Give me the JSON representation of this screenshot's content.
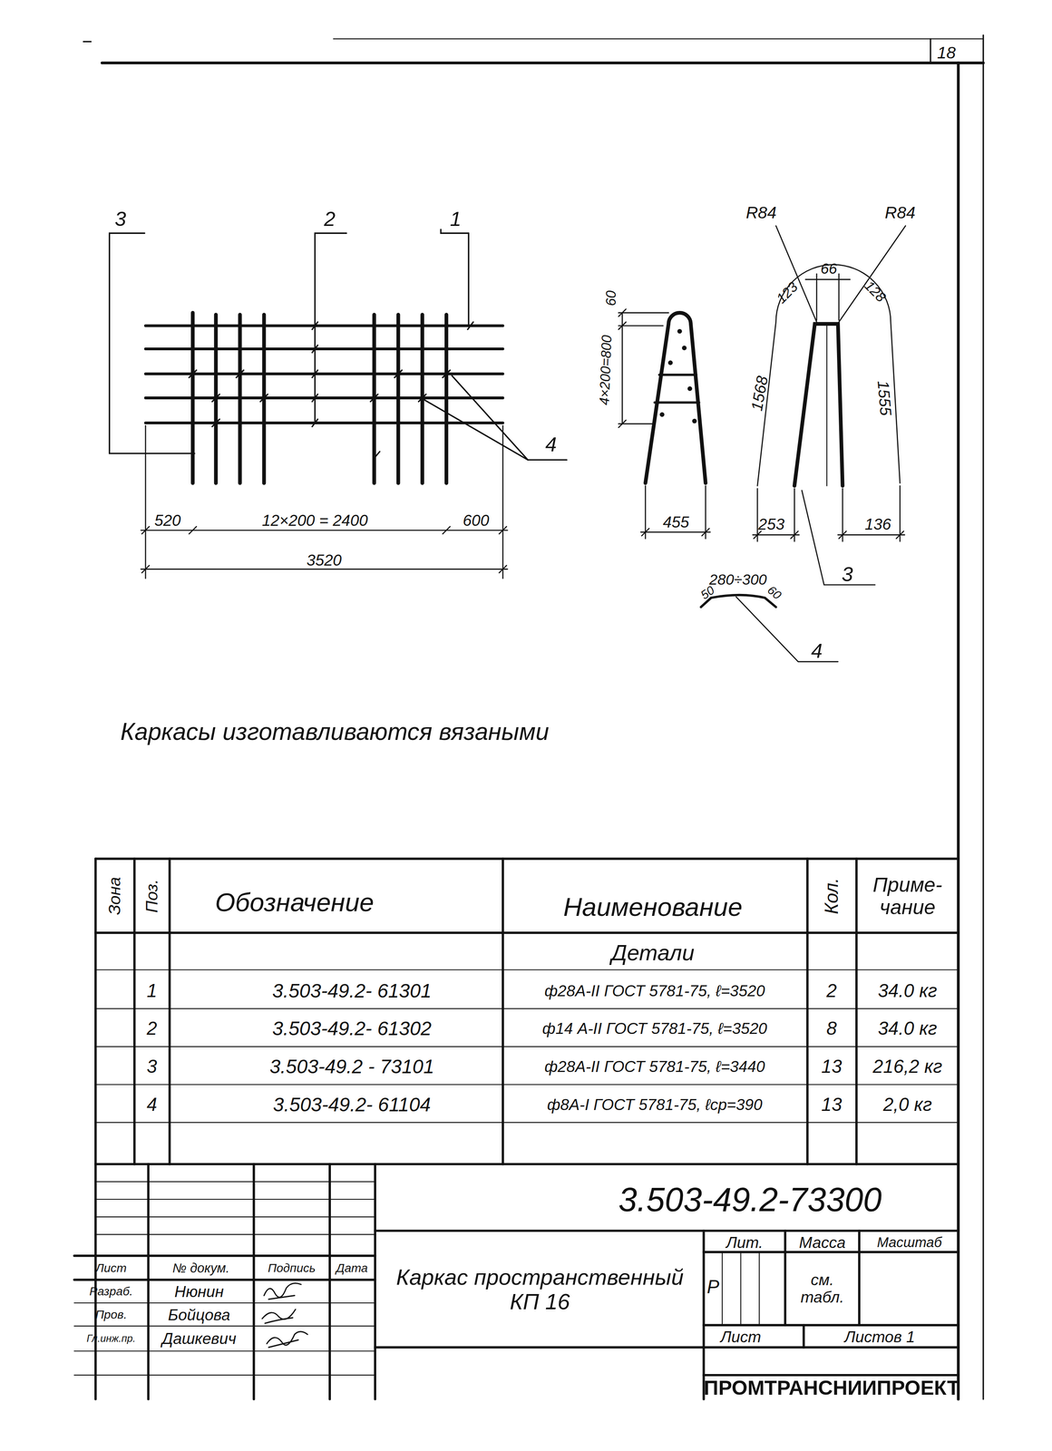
{
  "diagram": {
    "labels": [
      "18",
      "3",
      "2",
      "1",
      "4",
      "520",
      "12×200 = 2400",
      "600",
      "3520",
      "60",
      "4×200=800",
      "455",
      "R84",
      "R84",
      "66",
      "123",
      "128",
      "1568",
      "1555",
      "253",
      "136",
      "3",
      "280÷300",
      "50",
      "60",
      "4",
      "Каркасы изготавливаются вязаными",
      "Зона",
      "Поз.",
      "Обозначение",
      "Наименование",
      "Кол.",
      "Приме- чание",
      "Детали",
      "1",
      "3.503-49.2- 61301",
      "ф28А-II ГОСТ 5781-75, ℓ=3520",
      "2",
      "34.0 кг",
      "2",
      "3.503-49.2- 61302",
      "ф14 А-II ГОСТ 5781-75, ℓ=3520",
      "8",
      "34.0 кг",
      "3",
      "3.503-49.2 - 73101",
      "ф28А-II ГОСТ 5781-75, ℓ=3440",
      "13",
      "216,2 кг",
      "4",
      "3.503-49.2- 61104",
      "ф8А-I ГОСТ 5781-75, ℓср=390",
      "13",
      "2,0 кг",
      "3.503-49.2-73300",
      "Лист",
      "№ докум.",
      "Подпись",
      "Дата",
      "Разраб.",
      "Нюнин",
      "Пров.",
      "Бойцова",
      "Гл.инж.пр.",
      "Дашкевич",
      "Каркас пространственный КП 16",
      "Лит.",
      "Масса",
      "Масштаб",
      "Р",
      "см. табл.",
      "Лист",
      "Листов 1",
      "ПРОМТРАНСНИИПРОЕКТ"
    ]
  }
}
